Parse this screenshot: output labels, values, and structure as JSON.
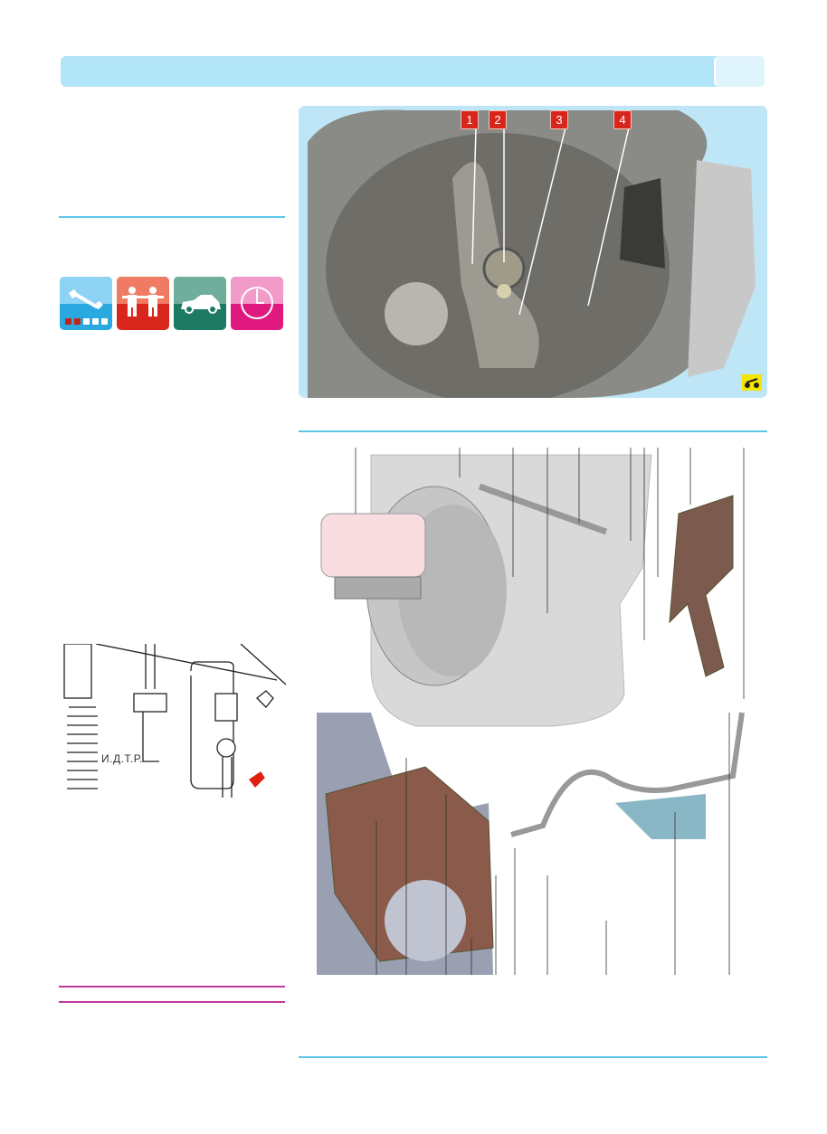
{
  "header": {
    "title": "",
    "page_number": ""
  },
  "difficulty_icons": [
    {
      "name": "wrench",
      "color": "#2aa8e0",
      "level": 2,
      "max": 5
    },
    {
      "name": "two-people",
      "color": "#e2301f"
    },
    {
      "name": "car",
      "color": "#1e7a63"
    },
    {
      "name": "clock",
      "color": "#e0197f"
    }
  ],
  "photo": {
    "callouts": [
      "1",
      "2",
      "3",
      "4"
    ],
    "badge": "tool-icon"
  },
  "drawing": {
    "watermark": "И.Д.Т.Р."
  },
  "colors": {
    "accent_cyan": "#5cc6e8",
    "header": "#b3e5f8",
    "magenta": "#c0399a",
    "callout_red": "#d9261c"
  }
}
